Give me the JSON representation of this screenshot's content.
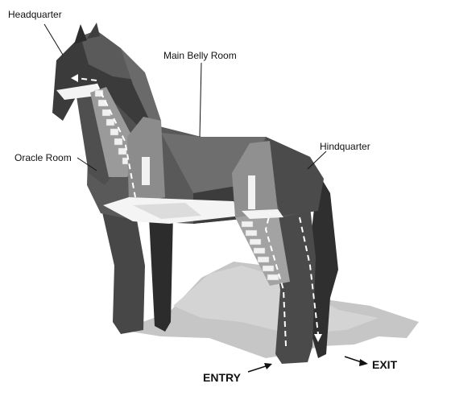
{
  "labels": {
    "headquarter": "Headquarter",
    "main_belly_room": "Main Belly Room",
    "oracle_room": "Oracle Room",
    "hindquarter": "Hindquarter",
    "entry": "ENTRY",
    "exit": "EXIT"
  },
  "colors": {
    "horse_dark": "#3a3a3a",
    "horse_mid": "#5c5c5c",
    "horse_light": "#8a8a8a",
    "floor_white": "#f4f4f4",
    "shadow": "#c4c4c4"
  }
}
